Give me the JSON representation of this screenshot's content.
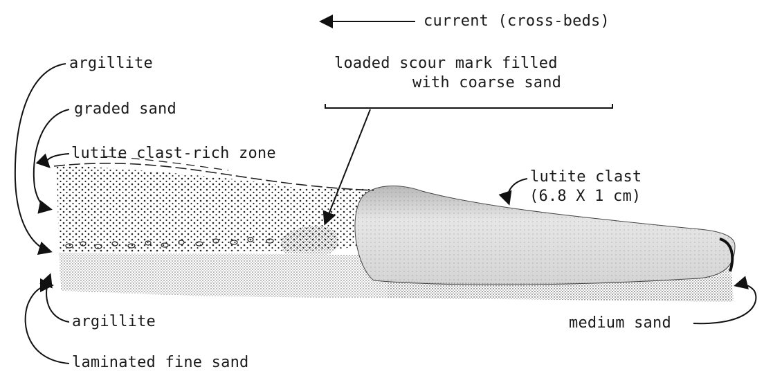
{
  "diagram": {
    "flow_label": "current (cross-beds)",
    "labels": {
      "argillite_top": "argillite",
      "graded_sand": "graded sand",
      "lutite_zone": "lutite clast-rich zone",
      "scour_line1": "loaded scour mark filled",
      "scour_line2": "with coarse sand",
      "clast_line1": "lutite clast",
      "clast_line2": "(6.8 X 1 cm)",
      "argillite_bottom": "argillite",
      "laminated": "laminated fine sand",
      "medium_sand": "medium sand"
    }
  }
}
